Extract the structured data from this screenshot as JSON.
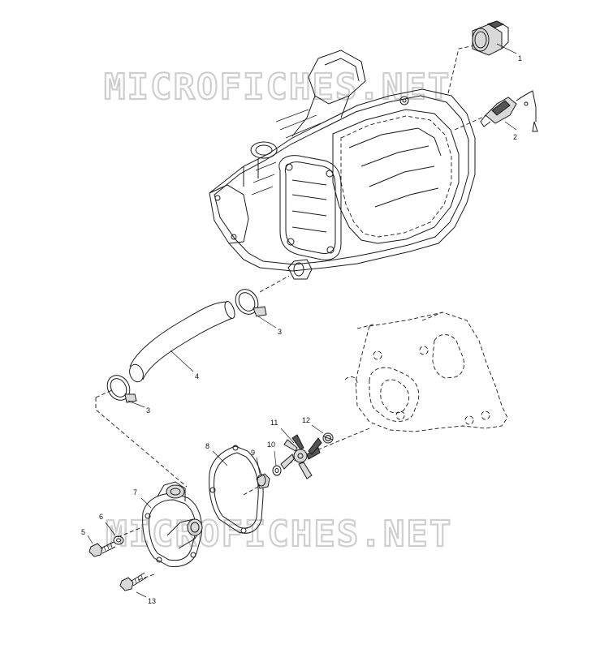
{
  "watermarks": {
    "top": "MICROFICHES.NET",
    "bottom": "MICROFICHES.NET"
  },
  "callouts": {
    "c1": "1",
    "c2": "2",
    "c3a": "3",
    "c3b": "3",
    "c4": "4",
    "c5": "5",
    "c6": "6",
    "c7": "7",
    "c8": "8",
    "c9": "9",
    "c10": "10",
    "c11": "11",
    "c12": "12",
    "c13": "13"
  }
}
